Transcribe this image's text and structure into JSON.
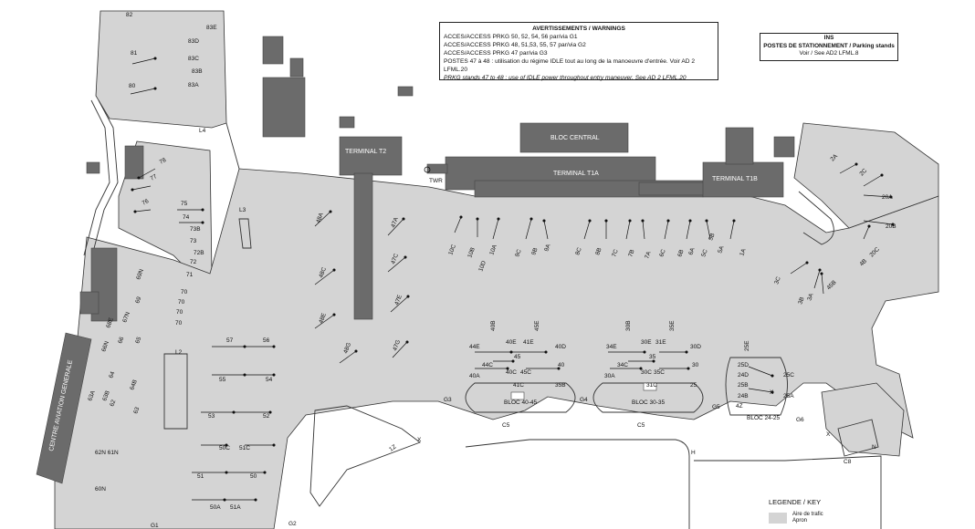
{
  "warnings": {
    "title": "AVERTISSEMENTS / WARNINGS",
    "lines": [
      "ACCES/ACCESS PRKG 50, 52, 54, 56 par/via G1",
      "ACCES/ACCESS PRKG 48, 51,53, 55, 57 par/via G2",
      "ACCES/ACCESS PRKG 47 par/via G3",
      "POSTES 47 à 48 : utilisation du régime IDLE tout au long de la manoeuvre d'entrée. Voir AD 2 LFML.20",
      "PRKG stands 47 to 48 : use of IDLE power throughout entry maneuver. See AD 2 LFML.20"
    ]
  },
  "parking_header": {
    "code": "INS",
    "title": "POSTES DE STATIONNEMENT / Parking stands",
    "ref": "Voir / See AD2  LFML.8"
  },
  "legend": {
    "title": "LEGENDE / KEY",
    "apron_line1": "Aire de trafic",
    "apron_line2": "Apron"
  },
  "buildings": {
    "terminal_t2": "TERMINAL T2",
    "bloc_central": "BLOC CENTRAL",
    "terminal_t1a": "TERMINAL T1A",
    "terminal_t1b": "TERMINAL T1B",
    "twr": "TWR",
    "centre_aviation": "CENTRE AVIATION GENERALE",
    "bloc_40_45": "BLOC 40-45",
    "bloc_30_35": "BLOC 30-35",
    "bloc_24_25": "BLOC 24-25"
  },
  "taxiways": [
    "L4",
    "L3",
    "L2",
    "G1",
    "G2",
    "G3",
    "G4",
    "G5",
    "G6",
    "C5",
    "C5",
    "C8"
  ],
  "stand_labels": [
    "82",
    "83E",
    "83D",
    "81",
    "83C",
    "83B",
    "80",
    "83A",
    "78",
    "77",
    "76",
    "75",
    "74",
    "73B",
    "73",
    "72B",
    "72",
    "71",
    "70",
    "70",
    "70",
    "70",
    "69N",
    "69",
    "68E",
    "67N",
    "66N",
    "66",
    "65",
    "64",
    "64B",
    "63A",
    "63B",
    "62",
    "63",
    "60N",
    "62N 61N",
    "57",
    "56",
    "55",
    "54",
    "53",
    "52",
    "50C",
    "51C",
    "51",
    "50",
    "50A",
    "51A",
    "48A",
    "48C",
    "48E",
    "48G",
    "47A",
    "47C",
    "47E",
    "47G",
    "10C",
    "10B",
    "10D",
    "10A",
    "9C",
    "9B",
    "9A",
    "8C",
    "8B",
    "7C",
    "7B",
    "7A",
    "6C",
    "6B",
    "6A",
    "5C",
    "5B",
    "5A",
    "1A",
    "2A",
    "2C",
    "20A",
    "20B",
    "20C",
    "4B",
    "3C",
    "3B",
    "3A",
    "45B",
    "40B",
    "45E",
    "44E",
    "40E",
    "41E",
    "40D",
    "45",
    "40",
    "44C",
    "40C",
    "45C",
    "40A",
    "41C",
    "35B",
    "30B",
    "35E",
    "34E",
    "30E",
    "31E",
    "30D",
    "35",
    "30",
    "34C",
    "30C",
    "35C",
    "30A",
    "31C",
    "25",
    "25E",
    "25D",
    "24D",
    "25C",
    "25B",
    "24B",
    "25A",
    "4Z",
    "1Z",
    "H",
    "X",
    "X",
    "X",
    "N"
  ],
  "sidebar_legend_swatch": "#d4d4d4"
}
